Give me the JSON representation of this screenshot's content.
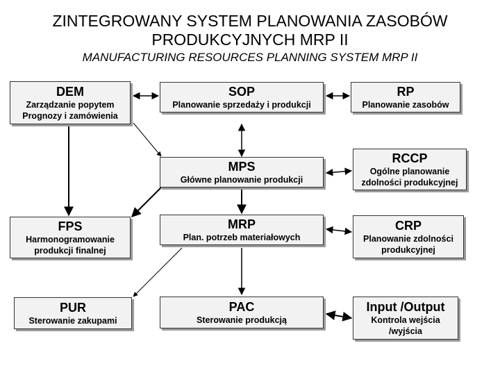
{
  "title": {
    "line1": "ZINTEGROWANY SYSTEM PLANOWANIA ZASOBÓW",
    "line2": "PRODUKCYJNYCH MRP II",
    "subtitle": "MANUFACTURING RESOURCES PLANNING SYSTEM MRP II"
  },
  "boxes": {
    "dem": {
      "code": "DEM",
      "desc1": "Zarządzanie popytem",
      "desc2": "Prognozy i zamówienia"
    },
    "sop": {
      "code": "SOP",
      "desc1": "Planowanie sprzedaży i produkcji"
    },
    "rp": {
      "code": "RP",
      "desc1": "Planowanie zasobów"
    },
    "mps": {
      "code": "MPS",
      "desc1": "Główne planowanie produkcji"
    },
    "rccp": {
      "code": "RCCP",
      "desc1": "Ogólne planowanie",
      "desc2": "zdolności produkcyjnej"
    },
    "fps": {
      "code": "FPS",
      "desc1": "Harmonogramowanie",
      "desc2": "produkcji finalnej"
    },
    "mrp": {
      "code": "MRP",
      "desc1": "Plan. potrzeb materiałowych"
    },
    "crp": {
      "code": "CRP",
      "desc1": "Planowanie zdolności",
      "desc2": "produkcyjnej"
    },
    "pur": {
      "code": "PUR",
      "desc1": "Sterowanie zakupami"
    },
    "pac": {
      "code": "PAC",
      "desc1": "Sterowanie produkcją"
    },
    "io": {
      "code": "Input /Output",
      "desc1": "Kontrola wejścia",
      "desc2": "/wyjścia"
    }
  }
}
